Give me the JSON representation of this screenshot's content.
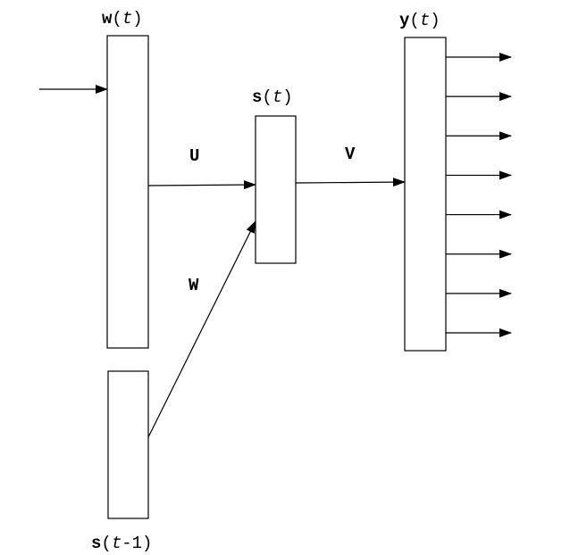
{
  "nodes": {
    "w": {
      "name": "w",
      "arg": "t",
      "open": "(",
      "close": ")"
    },
    "s": {
      "name": "s",
      "arg": "t",
      "open": "(",
      "close": ")"
    },
    "y": {
      "name": "y",
      "arg": "t",
      "open": "(",
      "close": ")"
    },
    "s_prev": {
      "name": "s",
      "arg": "t",
      "suffix": "-1",
      "open": "(",
      "close": ")"
    }
  },
  "edges": {
    "U": "U",
    "V": "V",
    "W": "W"
  },
  "output_arrow_count": 8
}
